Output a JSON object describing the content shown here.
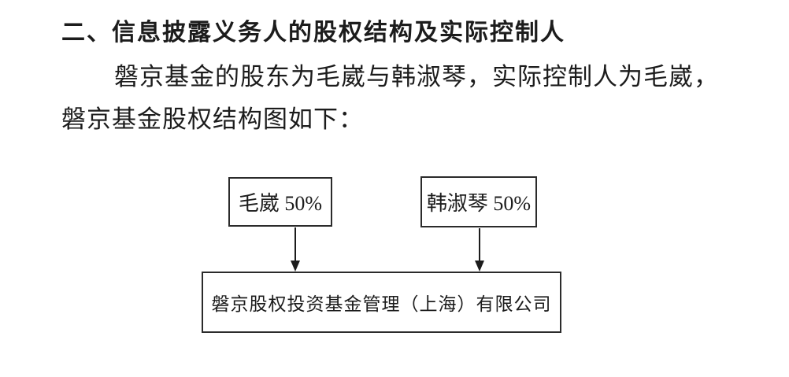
{
  "document": {
    "heading": "二、信息披露义务人的股权结构及实际控制人",
    "paragraph_line1": "磐京基金的股东为毛崴与韩淑琴，实际控制人为毛崴，",
    "paragraph_line2": "磐京基金股权结构图如下：",
    "text_color": "#1c1c1c"
  },
  "diagram": {
    "type": "equity-structure",
    "nodes": [
      {
        "id": "shareholder-1",
        "name": "毛崴",
        "share_percent": "50%",
        "label": "毛崴 50%"
      },
      {
        "id": "shareholder-2",
        "name": "韩淑琴",
        "share_percent": "50%",
        "label": "韩淑琴 50%"
      },
      {
        "id": "company",
        "label": "磐京股权投资基金管理（上海）有限公司"
      }
    ],
    "edges": [
      {
        "from": "shareholder-1",
        "to": "company"
      },
      {
        "from": "shareholder-2",
        "to": "company"
      }
    ],
    "border_color": "#2b2b2b",
    "arrow_color": "#1c1c1c",
    "background": "#ffffff"
  }
}
